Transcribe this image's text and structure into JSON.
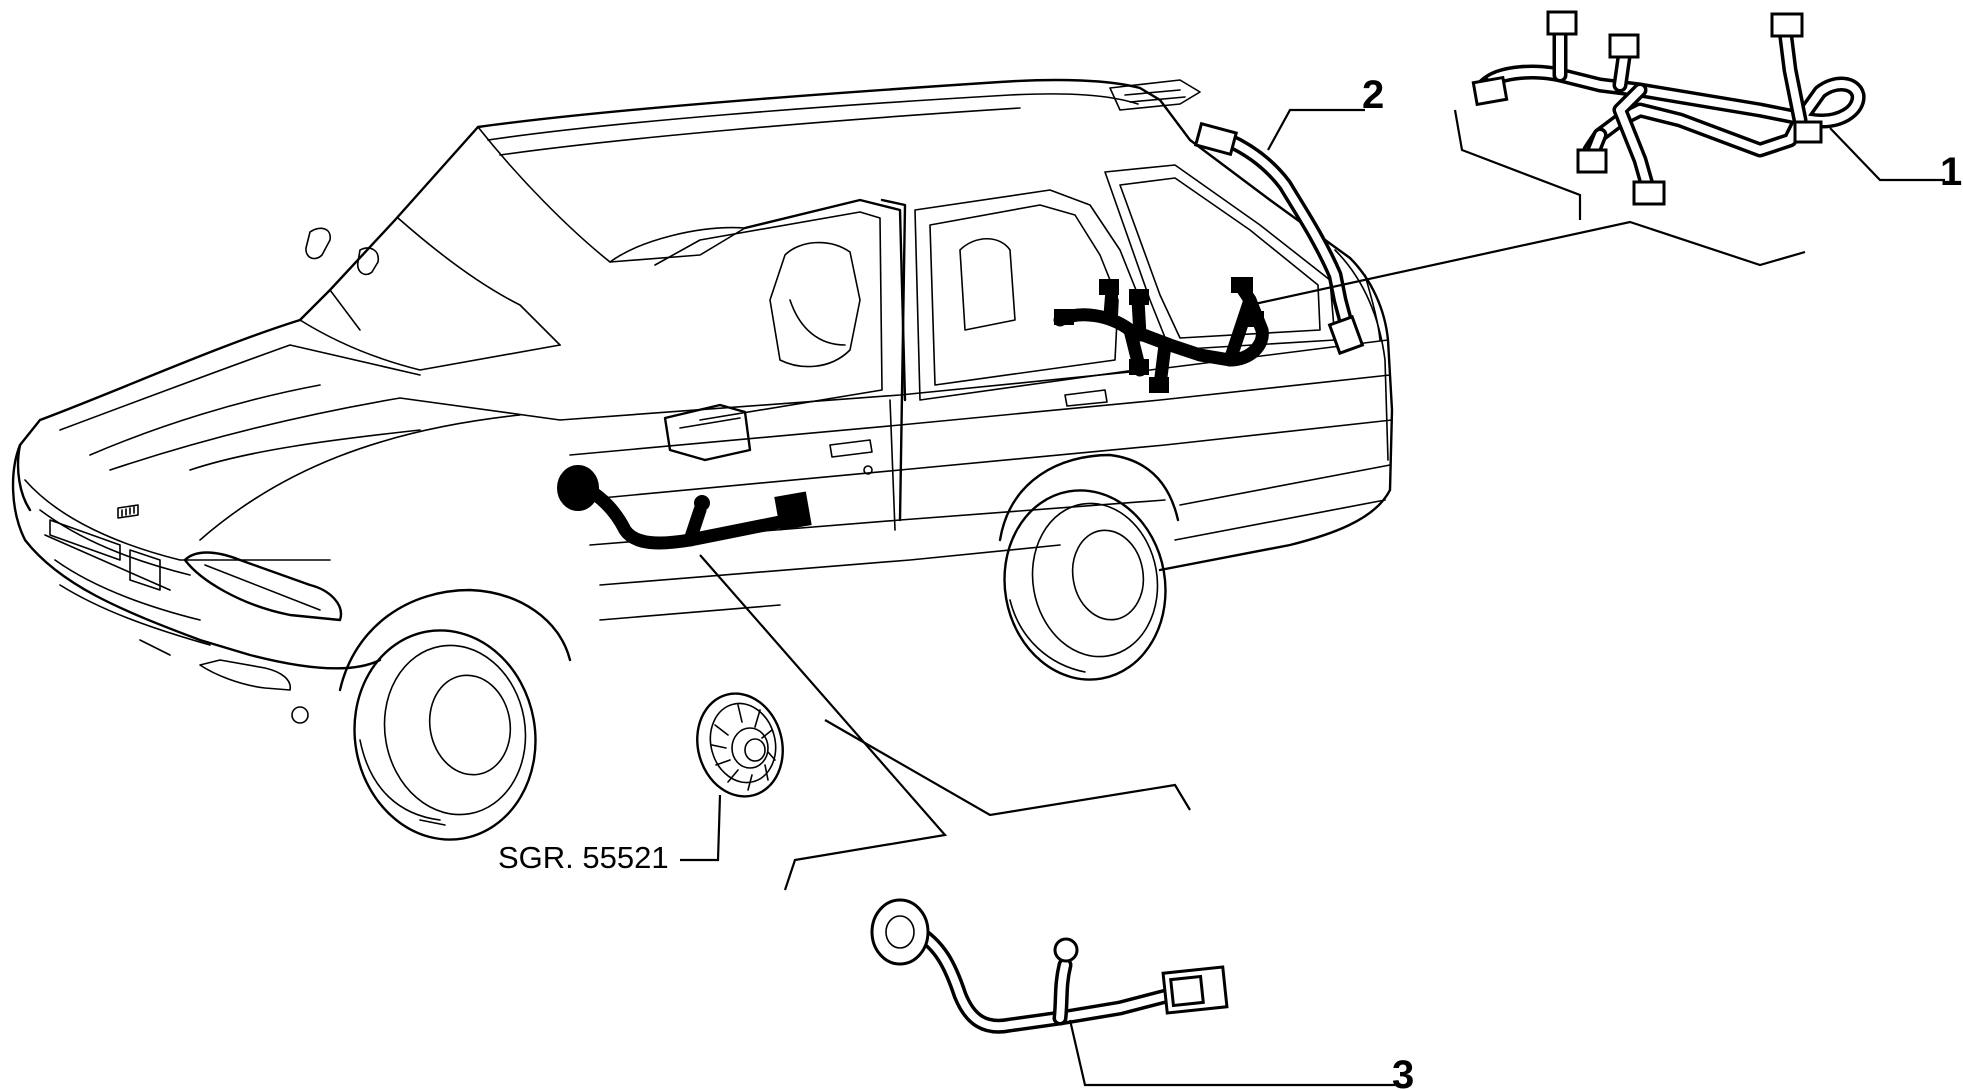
{
  "callouts": {
    "part_1": "1",
    "part_2": "2",
    "part_3": "3"
  },
  "reference_label": "SGR. 55521"
}
